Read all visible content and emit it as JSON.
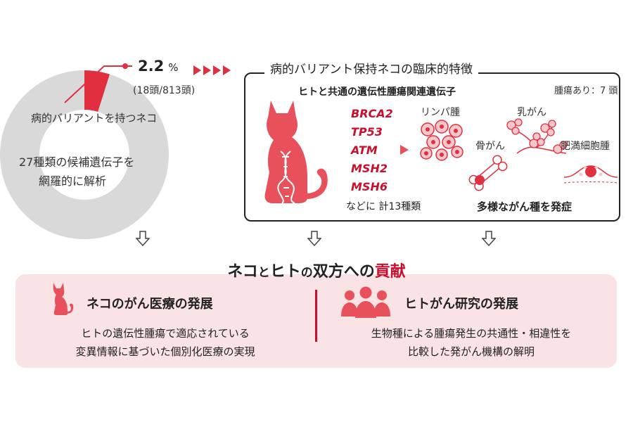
{
  "donut": {
    "fraction": 0.022,
    "label_top": "病的バリアントを持つネコ",
    "label_mid1": "27種類の候補遺伝子を",
    "label_mid2": "網羅的に解析",
    "colors": {
      "ring": "#d9d9d9",
      "highlight": "#e0303f"
    }
  },
  "stat": {
    "value": "2.2",
    "unit": "%",
    "sub": "(18頭/813頭)"
  },
  "panel": {
    "title": "病的バリアント保持ネコの臨床的特徴",
    "gene_heading": "ヒトと共通の遺伝性腫瘍関連遺伝子",
    "tumor_count": "腫瘍あり：7 頭",
    "genes": [
      "BRCA2",
      "TP53",
      "ATM",
      "MSH2",
      "MSH6"
    ],
    "genes_more": "などに 計13種類",
    "cancers": {
      "lymphoma": "リンパ腫",
      "breast": "乳がん",
      "bone": "骨がん",
      "mast": "肥満細胞腫"
    },
    "cancers_summary": "多様ながん種を発症"
  },
  "contribution": {
    "part1": "ネコ",
    "part2": "と",
    "part3": "ヒト",
    "part4": "の",
    "part5": "双方への",
    "part6": "貢献"
  },
  "bottom": {
    "left_heading": "ネコのがん医療の発展",
    "left_line1": "ヒトの遺伝性腫瘍で適応されている",
    "left_line2": "変異情報に基づいた個別化医療の実現",
    "right_heading": "ヒトがん研究の発展",
    "right_line1": "生物種による腫瘍発生の共通性・相違性を",
    "right_line2": "比較した発がん機構の解明"
  },
  "colors": {
    "accent": "#c8102e",
    "cat": "#e8505b",
    "box_bg": "#f9e3e4"
  }
}
